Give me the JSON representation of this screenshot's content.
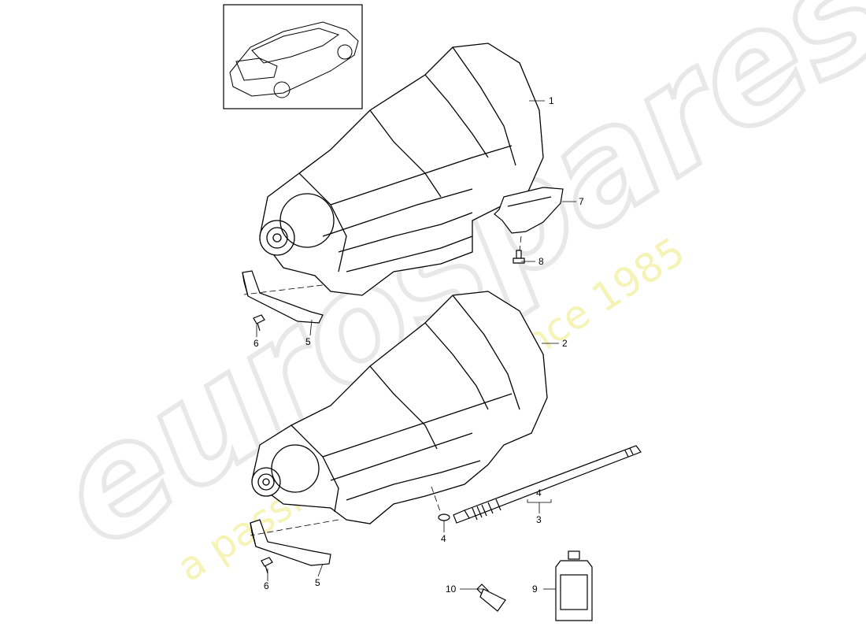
{
  "watermark": {
    "brand": "eurospares",
    "tagline": "a passion for parts since 1985"
  },
  "thumbnail": {
    "icon": "car-icon"
  },
  "callouts": [
    {
      "id": "1"
    },
    {
      "id": "2"
    },
    {
      "id": "3"
    },
    {
      "id": "4"
    },
    {
      "id": "4"
    },
    {
      "id": "5"
    },
    {
      "id": "5"
    },
    {
      "id": "6"
    },
    {
      "id": "6"
    },
    {
      "id": "7"
    },
    {
      "id": "8"
    },
    {
      "id": "9"
    },
    {
      "id": "10"
    }
  ],
  "colors": {
    "line": "#000000",
    "watermark_grey": "#e8e8e8",
    "watermark_yellow": "#f5f3b5"
  }
}
